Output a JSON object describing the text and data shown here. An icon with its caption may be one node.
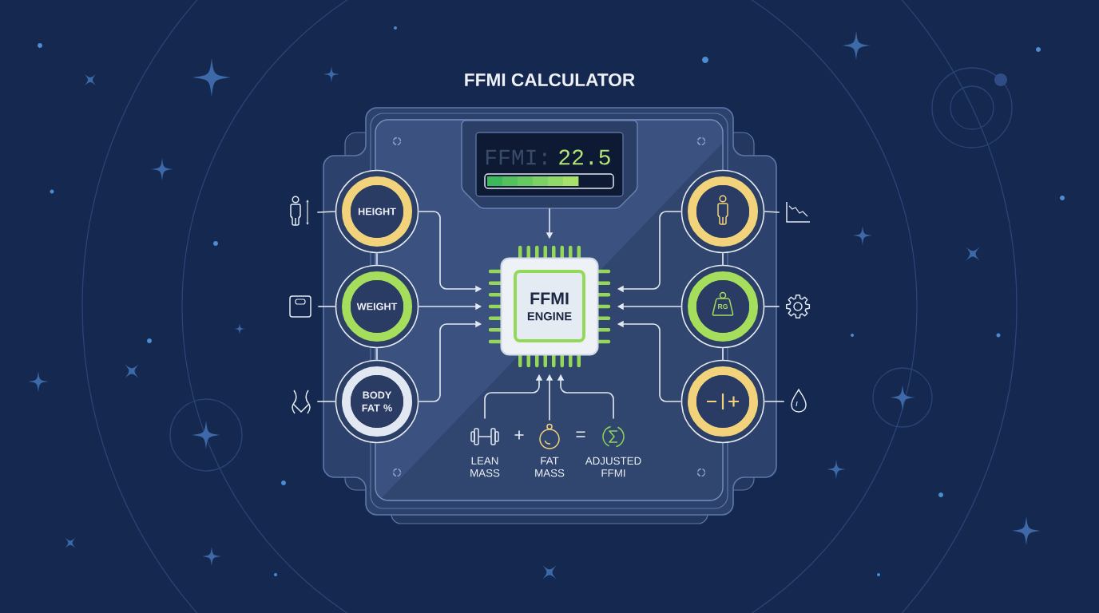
{
  "diagram": {
    "title": "FFMI CALCULATOR",
    "nodes": [
      {
        "text": [],
        "shape": "box"
      },
      {
        "text": [
          "FFMI:",
          "22.5"
        ],
        "in": 0
      },
      {
        "text": [
          "HEIGHT"
        ],
        "in": 0
      },
      {
        "text": [
          "WEIGHT"
        ],
        "in": 0
      },
      {
        "text": [
          "BODY FAT %"
        ],
        "in": 0
      },
      {
        "text": [],
        "shape": "circle",
        "in": 0
      },
      {
        "text": [
          "RG"
        ],
        "in": 0
      },
      {
        "text": [],
        "shape": "circle",
        "in": 0
      },
      {
        "text": [
          "FFMI",
          "ENGINE"
        ],
        "in": 0
      },
      {
        "text": [
          "LEAN MASS"
        ],
        "in": 0
      },
      {
        "text": [
          "FAT MASS"
        ],
        "in": 0
      },
      {
        "text": [
          "ADJUSTED FFMI"
        ],
        "in": 0
      },
      {
        "text": [],
        "shape": "picture"
      },
      {
        "text": [],
        "shape": "picture"
      },
      {
        "text": [],
        "shape": "picture"
      },
      {
        "text": [],
        "shape": "picture"
      },
      {
        "text": [],
        "shape": "picture"
      },
      {
        "text": [],
        "shape": "picture"
      }
    ],
    "edges": [
      {
        "from": 1,
        "to": 8,
        "arrow": "to"
      },
      {
        "from": 2,
        "to": 8,
        "arrow": "to"
      },
      {
        "from": 3,
        "to": 8,
        "arrow": "to"
      },
      {
        "from": 4,
        "to": 8,
        "arrow": "to"
      },
      {
        "from": 5,
        "to": 8,
        "arrow": "to"
      },
      {
        "from": 6,
        "to": 8,
        "arrow": "to"
      },
      {
        "from": 7,
        "to": 8,
        "arrow": "to"
      },
      {
        "from": 9,
        "to": 8,
        "arrow": "to"
      },
      {
        "from": 10,
        "to": 8,
        "arrow": "to"
      },
      {
        "from": 11,
        "to": 8,
        "arrow": "to"
      },
      {
        "from": 2,
        "to": 3,
        "arrow": "none"
      },
      {
        "from": 3,
        "to": 4,
        "arrow": "none"
      },
      {
        "from": 5,
        "to": 6,
        "arrow": "none"
      },
      {
        "from": 6,
        "to": 7,
        "arrow": "none"
      },
      {
        "from": 12,
        "to": 2,
        "arrow": "none"
      },
      {
        "from": 13,
        "to": 3,
        "arrow": "none"
      },
      {
        "from": 14,
        "to": 4,
        "arrow": "none"
      },
      {
        "from": 5,
        "to": 15,
        "arrow": "none"
      },
      {
        "from": 6,
        "to": 16,
        "arrow": "none"
      },
      {
        "from": 7,
        "to": 17,
        "arrow": "none"
      }
    ],
    "labels": [
      "+",
      "="
    ]
  }
}
